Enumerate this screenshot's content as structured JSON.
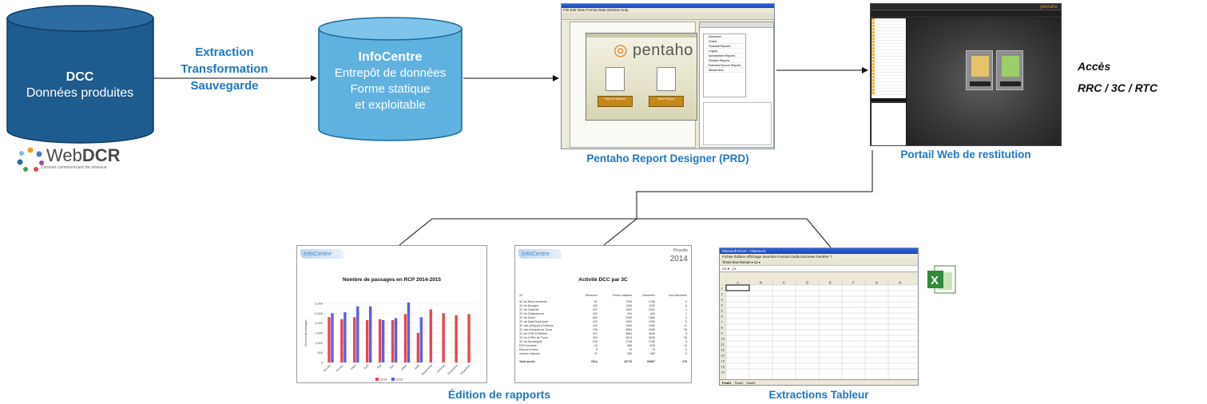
{
  "dcc": {
    "title": "DCC",
    "subtitle": "Données produites"
  },
  "webdcr": {
    "name_light": "Web",
    "name_bold": "DCR",
    "tagline": "Dossier communicant de réseaux"
  },
  "etl": {
    "line1": "Extraction",
    "line2": "Transformation",
    "line3": "Sauvegarde"
  },
  "infocentre": {
    "title": "InfoCentre",
    "line1": "Entrepôt de données",
    "line2": "Forme statique",
    "line3": "et exploitable"
  },
  "prd": {
    "caption": "Pentaho Report Designer (PRD)",
    "logo": "pentaho",
    "button_left": "Report Wizard",
    "button_right": "New Report",
    "list_items": [
      "Advanced",
      "Charts",
      "Financial Reports",
      "Legacy",
      "Spreadsheet Reports",
      "Pentaho Reports",
      "Extended Source Reports",
      "Wizard Item"
    ]
  },
  "portal": {
    "caption": "Portail Web de restitution",
    "logo": "pentaho"
  },
  "acces": {
    "line1": "Accès",
    "line2": "RRC / 3C / RTC"
  },
  "reports": {
    "caption": "Édition de rapports",
    "logo_text": "InfoCentre",
    "chart_title": "Nombre de passages en RCP 2014-2015",
    "table_title": "Activité DCC par 3C",
    "table_region": "Picardie",
    "table_year": "2014",
    "table_headers": [
      "3C",
      "Réunions",
      "Fiches validées",
      "Discutées",
      "Non discutées"
    ],
    "table_rows": [
      [
        "3C de Blois-Vendôme",
        "81",
        "1765",
        "1766",
        "0"
      ],
      [
        "3C de Bourges",
        "243",
        "1155",
        "1152",
        "6"
      ],
      [
        "3C de Chartres",
        "207",
        "2302",
        "2301",
        "1"
      ],
      [
        "3C de Châteauroux",
        "153",
        "494",
        "493",
        "1"
      ],
      [
        "3C de Dreux",
        "364",
        "2359",
        "2366",
        "0"
      ],
      [
        "3C de Saint Doulchard",
        "152",
        "1930",
        "1930",
        "0"
      ],
      [
        "3C des cliniques d'Orléans",
        "109",
        "1354",
        "1350",
        "11"
      ],
      [
        "3C des cliniques de Tours",
        "196",
        "4594",
        "4485",
        "99"
      ],
      [
        "3C du CHR d'Orléans",
        "321",
        "3654",
        "3645",
        "9"
      ],
      [
        "3C du CHRU de Tours",
        "304",
        "4613",
        "4546",
        "33"
      ],
      [
        "3C du Montargois",
        "105",
        "1745",
        "1745",
        "5"
      ],
      [
        "RCP Archette",
        "34",
        "689",
        "678",
        "12"
      ],
      [
        "Recours Dreux",
        "8",
        "70",
        "70",
        "0"
      ],
      [
        "recours régional",
        "47",
        "450",
        "450",
        "0"
      ]
    ],
    "table_total": [
      "Total année",
      "2514",
      "26776",
      "26897",
      "179"
    ]
  },
  "excel": {
    "caption": "Extractions Tableur",
    "title": "Microsoft Excel - Classeur1",
    "menu": "Fichier  Édition  Affichage  Insertion  Format  Outils  Données  Fenêtre  ?",
    "toolbar_font": "Times New Roman",
    "toolbar_size": "12",
    "cell_ref": "A1",
    "columns": [
      "A",
      "B",
      "C",
      "D",
      "E",
      "F",
      "G",
      "H"
    ],
    "sheets": [
      "Feuil1",
      "Feuil2",
      "Feuil3"
    ]
  },
  "chart_data": {
    "type": "bar",
    "title": "Nombre de passages en RCP 2014-2015",
    "xlabel": "",
    "ylabel": "Nombre de passages",
    "categories": [
      "Janvier",
      "Février",
      "Mars",
      "Avril",
      "Mai",
      "Juin",
      "Juillet",
      "Août",
      "Septembre",
      "Octobre",
      "Novembre",
      "Décembre"
    ],
    "series": [
      {
        "name": "2014",
        "color": "#e8474c",
        "values": [
          2300,
          2200,
          2300,
          2150,
          2200,
          2150,
          2450,
          1500,
          2700,
          2500,
          2400,
          2450
        ]
      },
      {
        "name": "2015",
        "color": "#5a5ef0",
        "values": [
          2500,
          2550,
          2850,
          2850,
          2150,
          2250,
          3050,
          2300,
          null,
          null,
          null,
          null
        ]
      }
    ],
    "ylim": [
      0,
      3000
    ],
    "yticks": [
      "0",
      "500",
      "1,000",
      "1,500",
      "2,000",
      "2,500",
      "3,000"
    ],
    "legend": "bottom"
  }
}
